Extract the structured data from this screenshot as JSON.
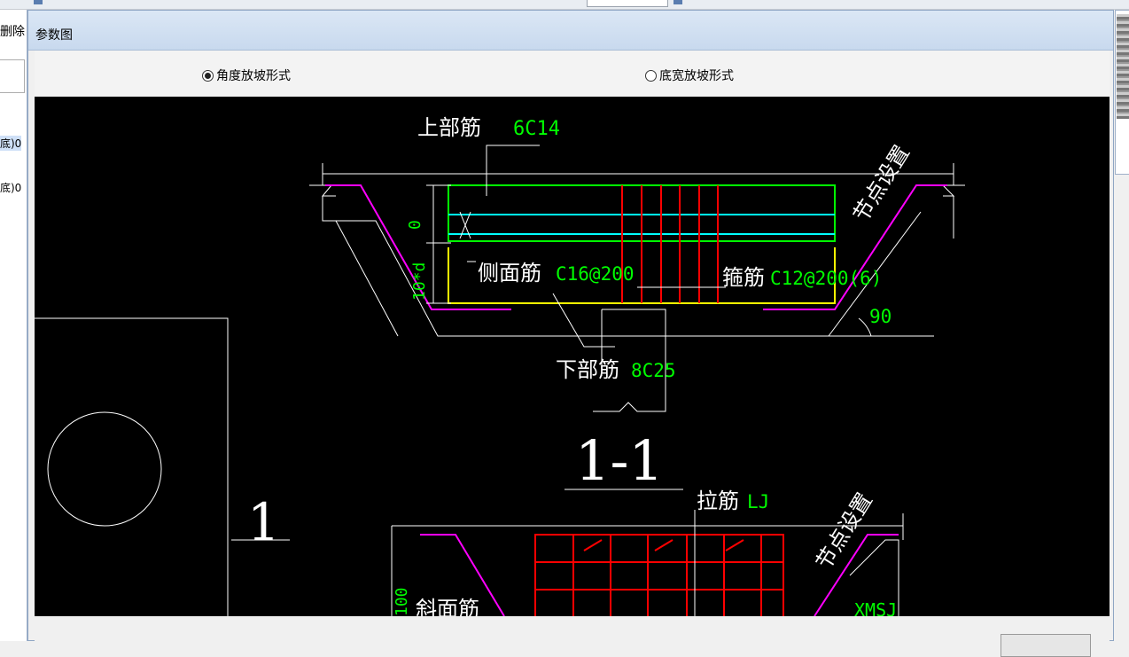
{
  "left_panel": {
    "delete_label": "删除",
    "rows": [
      "底)0",
      "底)0"
    ]
  },
  "dialog": {
    "title": "参数图",
    "radio_options": [
      {
        "label": "角度放坡形式",
        "selected": true
      },
      {
        "label": "底宽放坡形式",
        "selected": false
      }
    ],
    "button_label": ""
  },
  "drawing": {
    "top_rebar_label": "上部筋",
    "top_rebar_value": "6C14",
    "side_rebar_label": "侧面筋",
    "side_rebar_value": "C16@200",
    "stirrup_label": "箍筋",
    "stirrup_value": "C12@200(6)",
    "bottom_rebar_label": "下部筋",
    "bottom_rebar_value": "8C25",
    "node_setting_1": "节点设置",
    "node_setting_2": "节点设置",
    "angle_value": "90",
    "dim_zero": "0",
    "dim_10d": "10*d",
    "section_label": "1-1",
    "tie_label": "拉筋",
    "tie_value": "LJ",
    "mark_number": "1",
    "slope_label": "斜面筋",
    "dim_100": "100",
    "xmsj_label": "XMSJ"
  }
}
